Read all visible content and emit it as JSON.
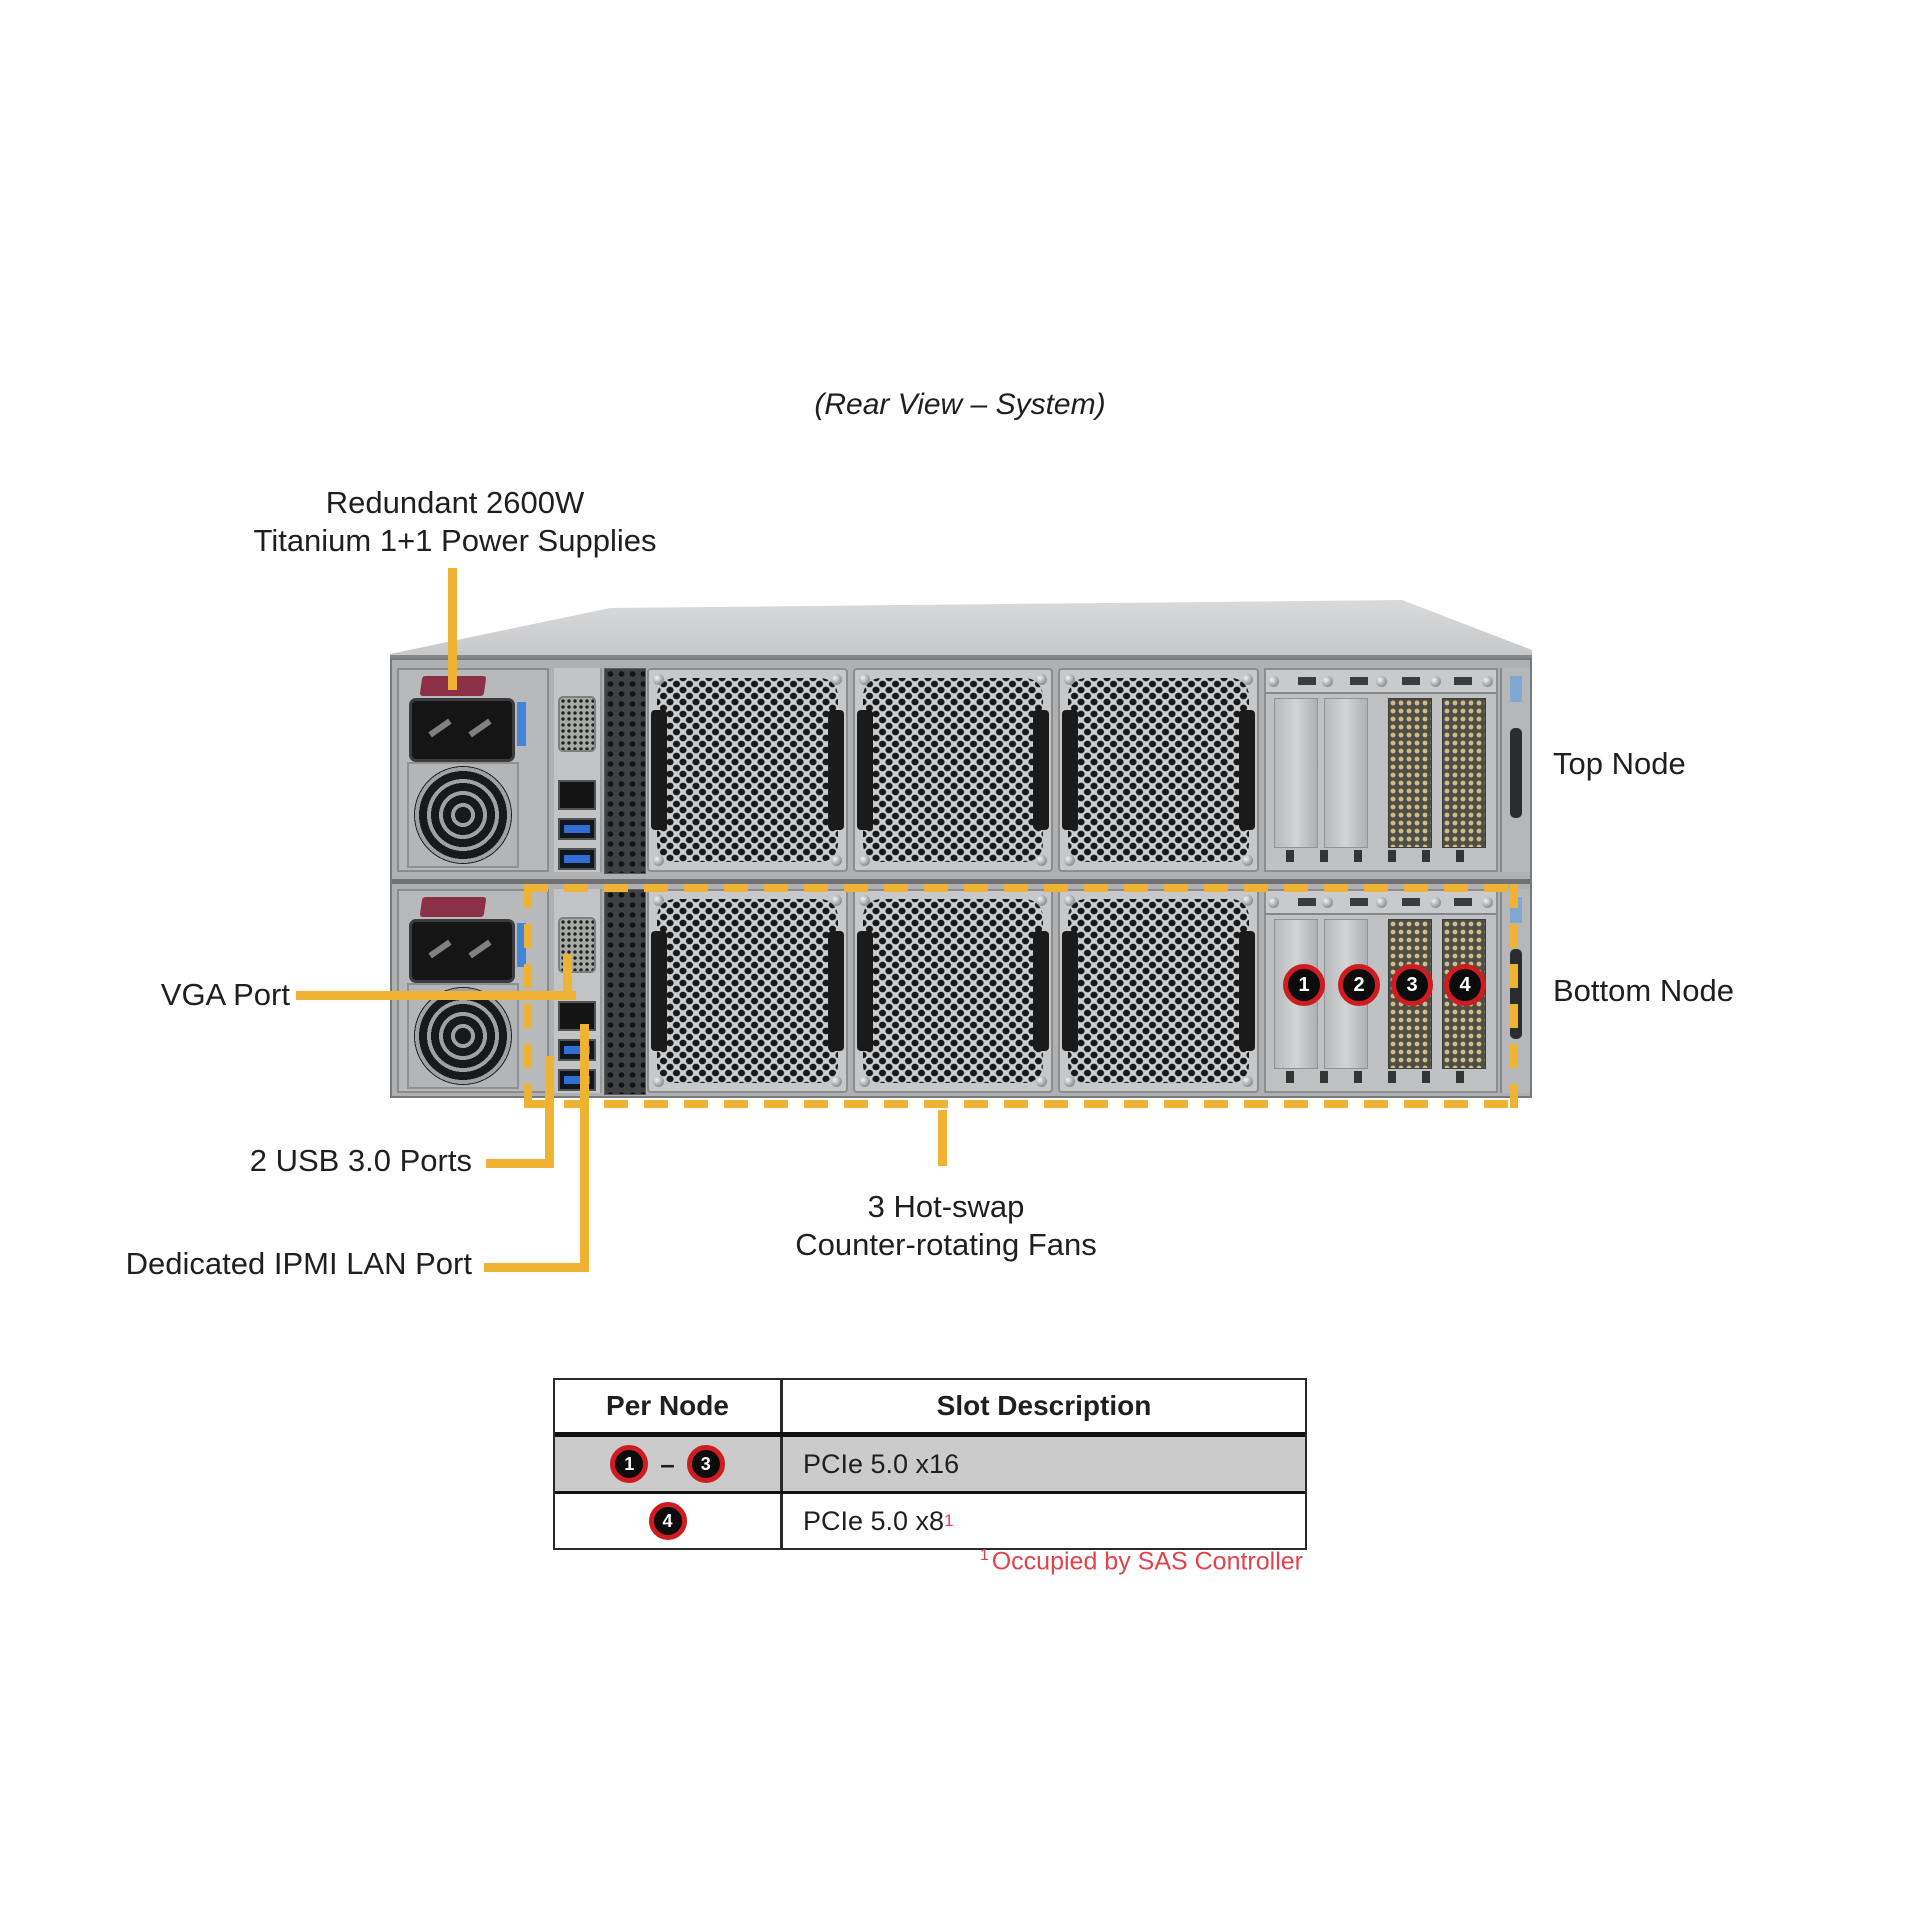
{
  "title": "(Rear View – System)",
  "colors": {
    "callout_yellow": "#F0B232",
    "badge_ring_red": "#CF1C20",
    "footnote_red": "#E2434B",
    "table_row_gray": "#CBCBCB"
  },
  "callouts": {
    "psu": {
      "line1": "Redundant 2600W",
      "line2": "Titanium 1+1 Power Supplies"
    },
    "vga": "VGA Port",
    "usb": "2 USB 3.0 Ports",
    "ipmi": "Dedicated IPMI LAN Port",
    "fans": {
      "line1": "3 Hot-swap",
      "line2": "Counter-rotating Fans"
    },
    "top_node": "Top Node",
    "bottom_node": "Bottom Node"
  },
  "chassis": {
    "slot_labels": [
      "1",
      "2",
      "3",
      "4"
    ]
  },
  "table": {
    "headers": [
      "Per Node",
      "Slot Description"
    ],
    "rows": [
      {
        "circles": [
          "1",
          "3"
        ],
        "separator": "–",
        "description": "PCIe 5.0 x16"
      },
      {
        "circles": [
          "4"
        ],
        "description": "PCIe 5.0 x8",
        "description_sup": "1"
      }
    ],
    "footnote": {
      "sup": "1",
      "text": "Occupied by SAS Controller"
    }
  }
}
